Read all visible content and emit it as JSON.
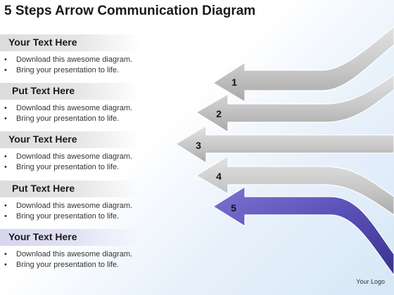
{
  "title": "5 Steps Arrow Communication Diagram",
  "steps": [
    {
      "heading": "Your Text Here",
      "bullets": [
        "Download this awesome diagram.",
        "Bring your presentation to life."
      ]
    },
    {
      "heading": "Put Text Here",
      "bullets": [
        "Download this awesome diagram.",
        "Bring your presentation to life."
      ]
    },
    {
      "heading": "Your Text Here",
      "bullets": [
        "Download this awesome diagram.",
        "Bring your presentation to life."
      ]
    },
    {
      "heading": "Put Text Here",
      "bullets": [
        "Download this awesome diagram.",
        "Bring your presentation to life."
      ]
    },
    {
      "heading": "Your Text Here",
      "bullets": [
        "Download this awesome diagram.",
        "Bring your presentation to life."
      ]
    }
  ],
  "arrows": [
    {
      "number": "1",
      "color": "#c8c8c8"
    },
    {
      "number": "2",
      "color": "#c8c8c8"
    },
    {
      "number": "3",
      "color": "#c8c8c8"
    },
    {
      "number": "4",
      "color": "#c8c8c8"
    },
    {
      "number": "5",
      "color": "#5a51b6"
    }
  ],
  "colors": {
    "accent_purple": "#5a51b6",
    "arrow_gray": "#c8c8c8",
    "background_tint": "#d7e7f7"
  },
  "logo": "Your Logo",
  "bullet_char": "•"
}
